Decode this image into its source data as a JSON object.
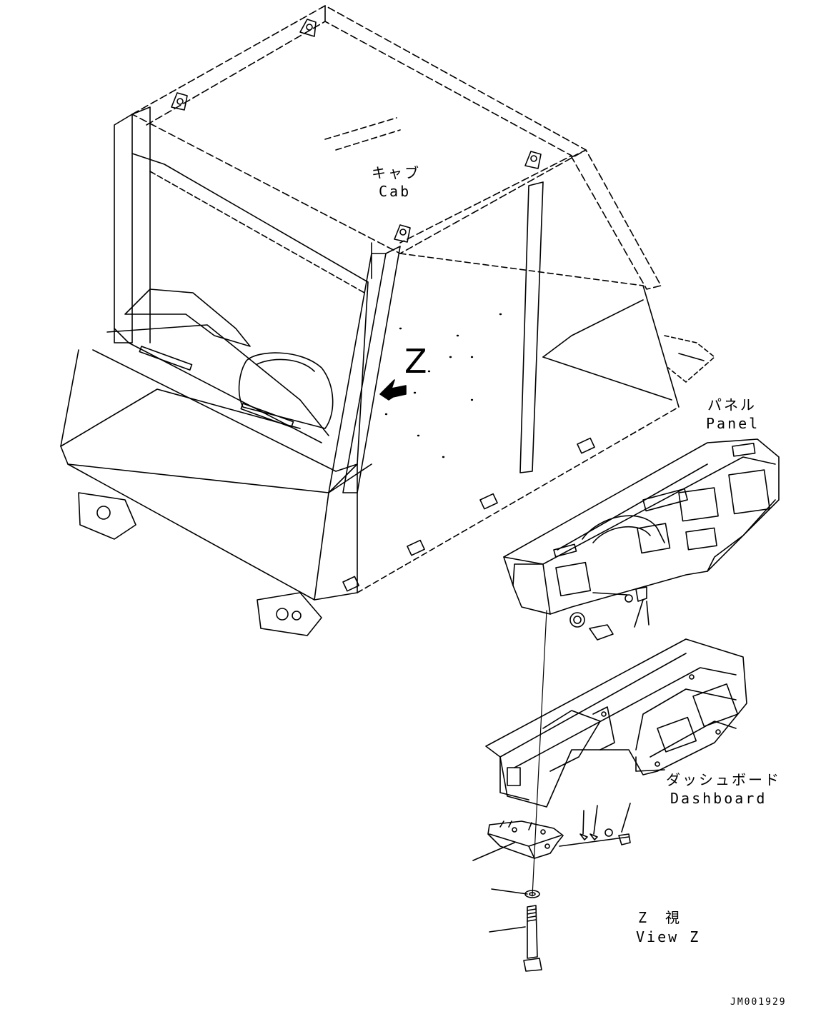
{
  "labels": {
    "cab_jp": "キャブ",
    "cab_en": "Cab",
    "z_marker": "Z",
    "panel_jp": "パネル",
    "panel_en": "Panel",
    "dashboard_jp": "ダッシュボード",
    "dashboard_en": "Dashboard",
    "view_z_jp": "Z　視",
    "view_z_en": "View Z",
    "drawing_code": "JM001929"
  }
}
